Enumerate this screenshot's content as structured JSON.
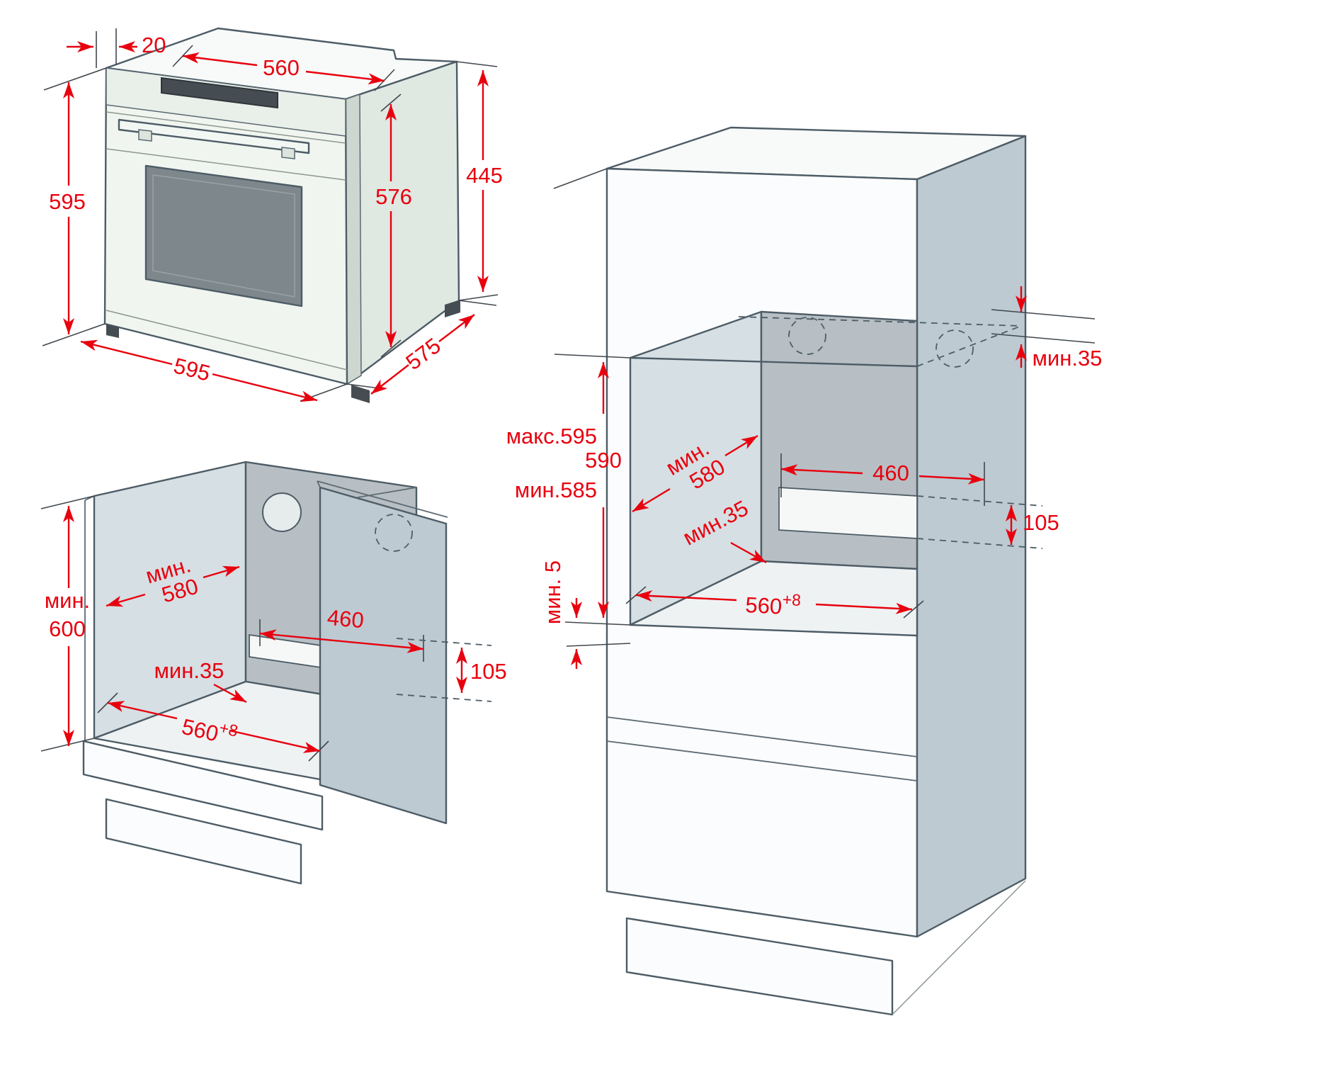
{
  "figure": {
    "background": "#ffffff",
    "accent_red": "#e8000e",
    "outline_color": "#4d5c66"
  },
  "oven": {
    "top_gap": "20",
    "top_width": "560",
    "height": "595",
    "body_height": "576",
    "side_height": "445",
    "width": "595",
    "depth": "575"
  },
  "base_cabinet": {
    "min_height_word": "мин.",
    "min_height_value": "600",
    "min_depth_word": "мин.",
    "min_depth_value": "580",
    "cutout_width": "460",
    "cutout_height": "105",
    "rear_gap": "мин.35",
    "niche_width": "560",
    "niche_width_tolerance": "+8"
  },
  "tall_cabinet": {
    "top_rear_gap": "мин.35",
    "niche_height_max": "макс.595",
    "niche_height": "590",
    "niche_height_min": "мин.585",
    "min_depth_word": "мин.",
    "min_depth_value": "580",
    "cutout_width": "460",
    "cutout_height": "105",
    "rear_gap": "мин.35",
    "bottom_gap": "мин. 5",
    "niche_width": "560",
    "niche_width_tolerance": "+8"
  }
}
